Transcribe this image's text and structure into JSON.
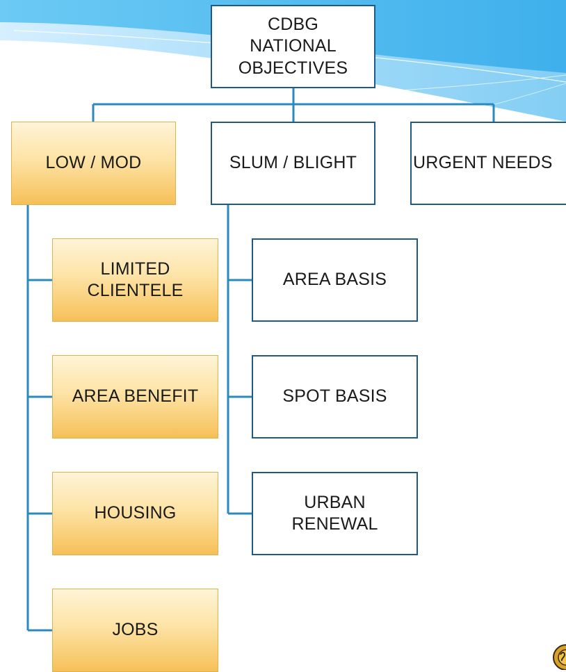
{
  "diagram": {
    "root": {
      "label": "CDBG\nNATIONAL\nOBJECTIVES"
    },
    "categories": [
      {
        "label": "LOW / MOD",
        "children": [
          "LIMITED\nCLIENTELE",
          "AREA BENEFIT",
          "HOUSING",
          "JOBS"
        ]
      },
      {
        "label": "SLUM / BLIGHT",
        "children": [
          "AREA BASIS",
          "SPOT BASIS",
          "URBAN\nRENEWAL"
        ]
      },
      {
        "label": "URGENT NEEDS",
        "children": []
      }
    ]
  },
  "colors": {
    "sky_blue": "#4fb8ee",
    "connector": "#2a8ac0",
    "box_border": "#1e5a84",
    "gold_fill": "#f8c868"
  }
}
